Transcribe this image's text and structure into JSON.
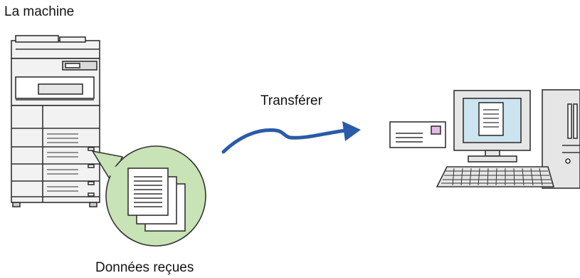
{
  "labels": {
    "machine": "La machine",
    "transfer": "Transférer",
    "received_data": "Données reçues"
  },
  "colors": {
    "outline": "#333333",
    "panel_gray": "#e6e6e6",
    "bubble_green": "#c8e3b6",
    "arrow_blue": "#2a5ba8",
    "screen_blue": "#cce3f0",
    "stamp_pink": "#e6b9e6"
  },
  "icons": [
    "printer-icon",
    "documents-icon",
    "arrow-icon",
    "envelope-icon",
    "computer-icon"
  ]
}
